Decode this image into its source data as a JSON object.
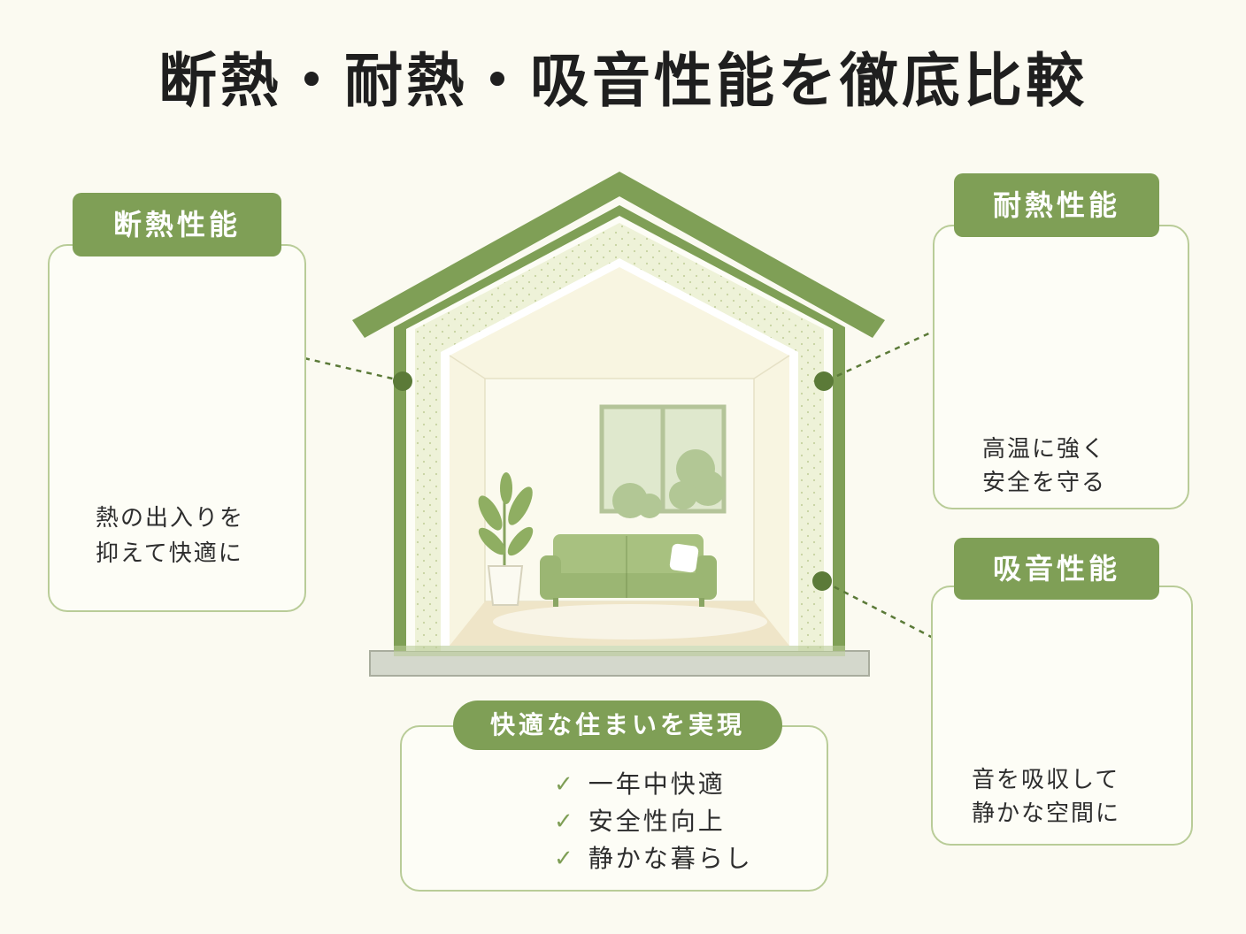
{
  "title": "断熱・耐熱・吸音性能を徹底比較",
  "colors": {
    "primary_green": "#7f9f56",
    "light_green": "#b9cc98",
    "accent_orange": "#f0a02a",
    "background": "#fbfaf1"
  },
  "insulation": {
    "tag": "断熱性能",
    "desc_line1": "熱の出入りを",
    "desc_line2": "抑えて快適に",
    "icon": "house-thermometer-icon"
  },
  "heat_resistance": {
    "tag": "耐熱性能",
    "desc_line1": "高温に強く",
    "desc_line2": "安全を守る",
    "icon": "shield-flame-icon"
  },
  "sound_absorption": {
    "tag": "吸音性能",
    "desc_line1": "音を吸収して",
    "desc_line2": "静かな空間に",
    "icon": "speaker-wave-icon"
  },
  "comfort": {
    "tag": "快適な住まいを実現",
    "icon": "house-heart-icon",
    "items": [
      "一年中快適",
      "安全性向上",
      "静かな暮らし"
    ]
  }
}
